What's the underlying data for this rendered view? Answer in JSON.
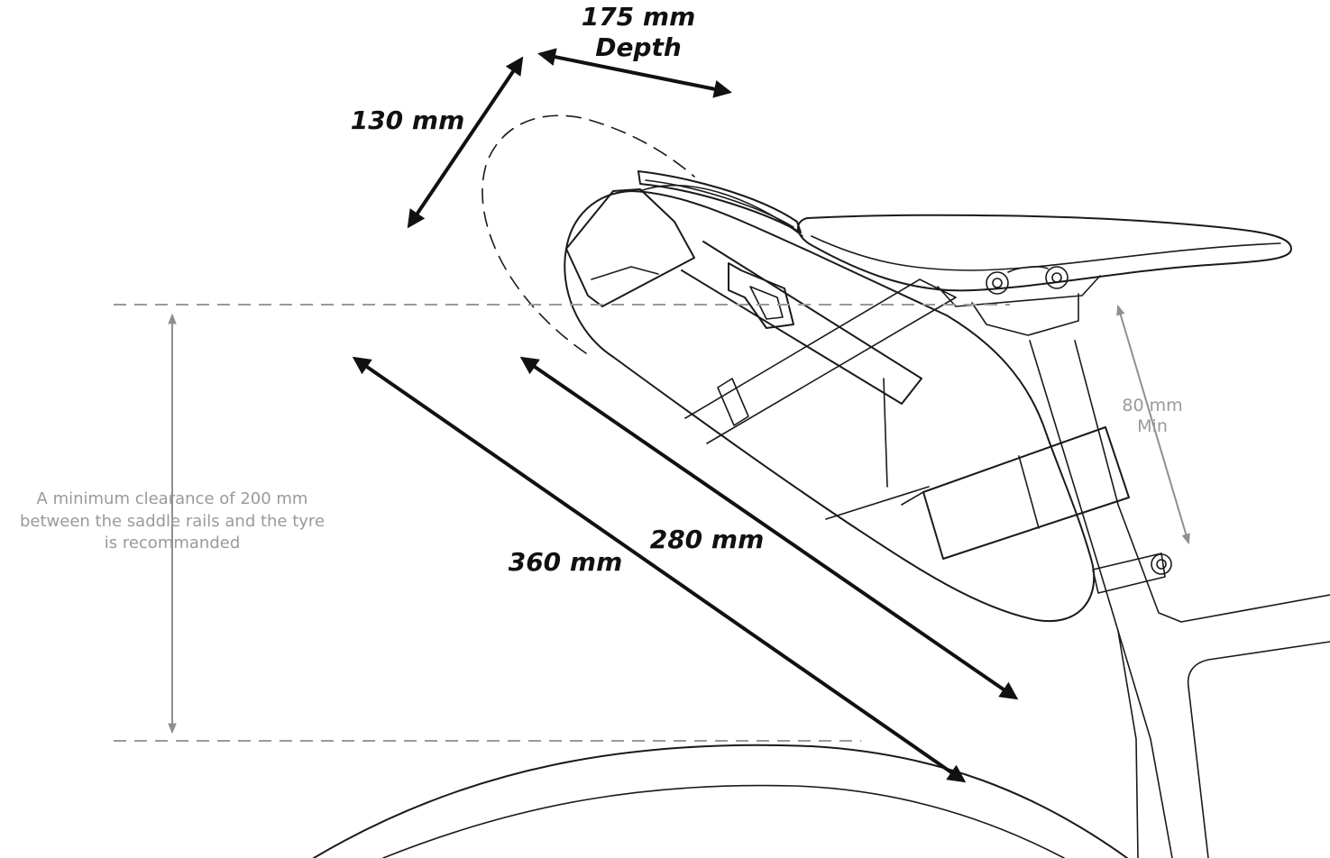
{
  "dimensions": {
    "depth_value": "175 mm",
    "depth_word": "Depth",
    "height": "130 mm",
    "bag_length": "280 mm",
    "overall_length": "360 mm",
    "seatpost_min_line1": "80 mm",
    "seatpost_min_line2": "Min"
  },
  "clearance_note": {
    "line1": "A minimum clearance of 200 mm",
    "line2": "between the saddle rails and the tyre",
    "line3": "is recommanded"
  },
  "colors": {
    "ink": "#1a1a1a",
    "annotation_grey": "#9a9a9a",
    "background": "#ffffff"
  }
}
